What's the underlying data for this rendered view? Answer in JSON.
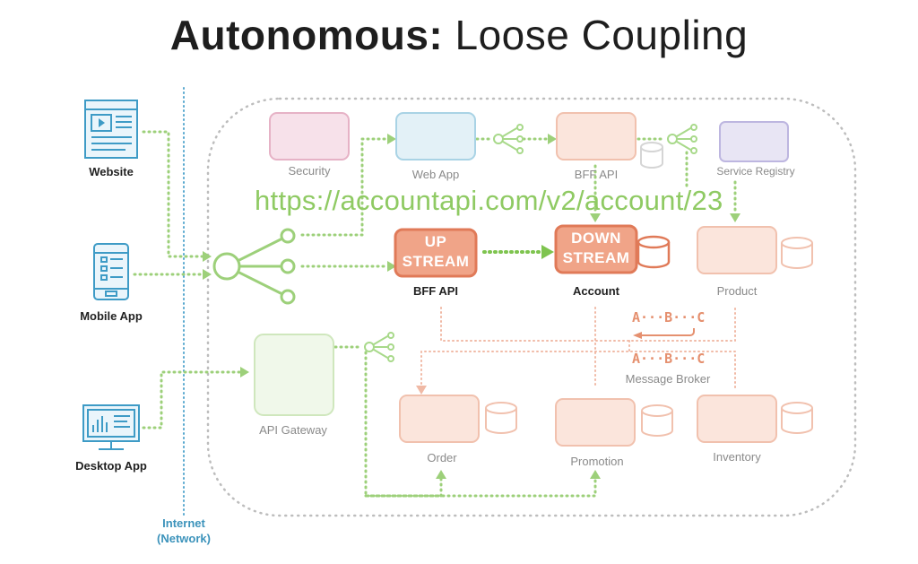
{
  "title": {
    "bold": "Autonomous:",
    "rest": "Loose Coupling"
  },
  "url": "https://accountapi.com/v2/account/23",
  "clients": {
    "website": "Website",
    "mobile": "Mobile App",
    "desktop": "Desktop App"
  },
  "network": {
    "line1": "Internet",
    "line2": "(Network)"
  },
  "services": {
    "security": "Security",
    "web_app": "Web App",
    "bff_api_top": "BFF API",
    "service_registry": "Service Registry",
    "bff_api": "BFF API",
    "account": "Account",
    "product": "Product",
    "api_gateway": "API Gateway",
    "order": "Order",
    "promotion": "Promotion",
    "inventory": "Inventory",
    "message_broker": "Message Broker"
  },
  "upstream": {
    "line1": "UP",
    "line2": "STREAM"
  },
  "downstream": {
    "line1": "DOWN",
    "line2": "STREAM"
  },
  "broker": {
    "row1": "A···B···C",
    "row2": "A···B···C"
  },
  "colors": {
    "green_dots": "#9dd07a",
    "salmon": "#e58f70",
    "network_line": "#5aa9cf",
    "icon_blue": "#3e9bc6"
  }
}
